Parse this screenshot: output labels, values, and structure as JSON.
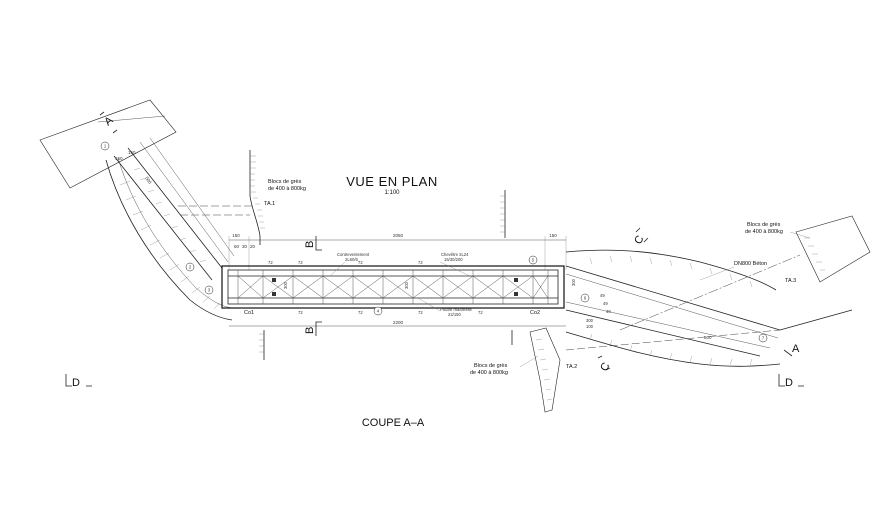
{
  "titles": {
    "plan_view": "VUE EN PLAN",
    "plan_scale": "1:100",
    "section": "COUPE A–A"
  },
  "section_marks": {
    "a": "A",
    "b": "B",
    "c": "C",
    "d": "D"
  },
  "callouts": [
    "1",
    "2",
    "3",
    "4",
    "5",
    "6",
    "7"
  ],
  "anchors": {
    "co1": "Co1",
    "co2": "Co2",
    "ta1": "TA.1",
    "ta2": "TA.2",
    "ta3": "TA.3"
  },
  "notes": {
    "blocs_left_l1": "Blocs de grès",
    "blocs_left_l2": "de 400 à 800kg",
    "blocs_right_l1": "Blocs de grès",
    "blocs_right_l2": "de 400 à 800kg",
    "blocs_bottom_l1": "Blocs de grès",
    "blocs_bottom_l2": "de 400 à 800kg",
    "dn800": "DN800 Béton",
    "contrev_l1": "Contreventement",
    "contrev_l2": "2L60/6",
    "chevetre_l1": "Chevêtre 2L24",
    "chevetre_l2": "15/30/200",
    "poutre_l1": "Poutre maîtresse",
    "poutre_l2": "22/150"
  },
  "dimensions": {
    "span_top": "2050",
    "span_bottom": "2200",
    "left_end": "150",
    "right_end": "150",
    "deck_width": "300",
    "left_bays": [
      "60",
      "30",
      "20"
    ],
    "abut_side": "300",
    "ramp_left": "500",
    "ramp_right": "500",
    "post_marks": [
      "72",
      "72",
      "72",
      "72",
      "72",
      "72",
      "72",
      "72"
    ],
    "step_left": [
      "150",
      "150"
    ],
    "step_right": [
      "49",
      "49",
      "49"
    ],
    "ramp_widths": [
      "300",
      "100"
    ]
  }
}
